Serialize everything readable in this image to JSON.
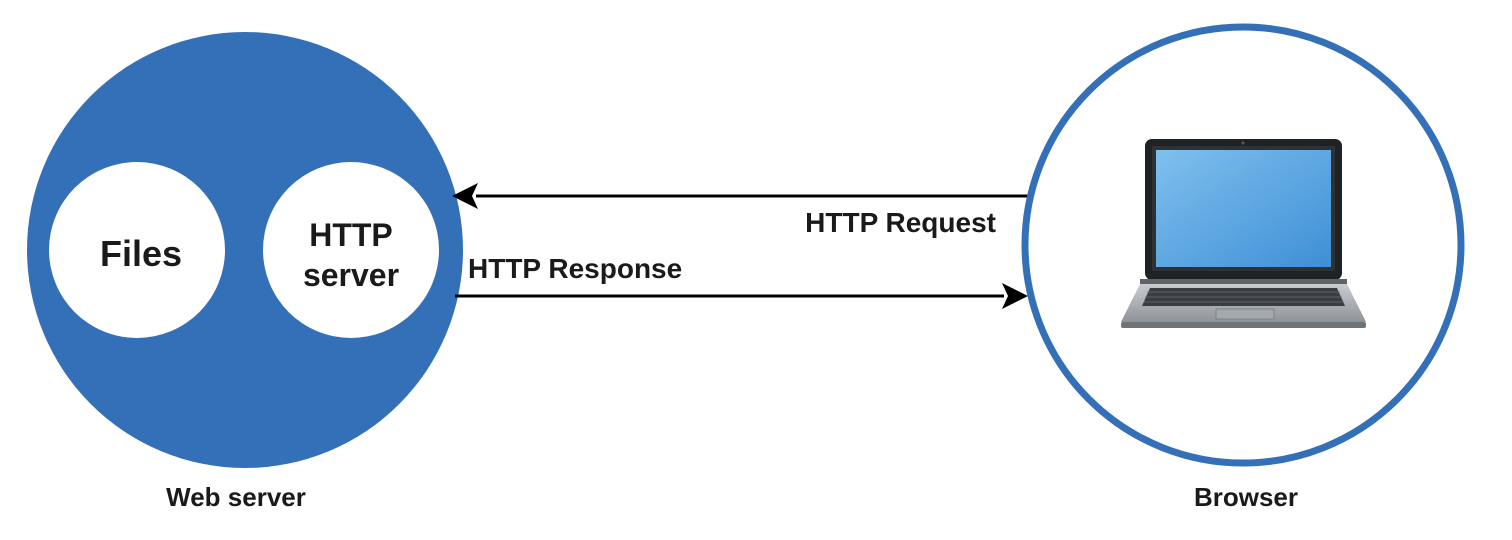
{
  "diagram": {
    "web_server": {
      "label": "Web server",
      "files_label": "Files",
      "http_server_line1": "HTTP",
      "http_server_line2": "server"
    },
    "browser": {
      "label": "Browser",
      "icon": "laptop-icon"
    },
    "arrows": {
      "request_label": "HTTP Request",
      "response_label": "HTTP Response"
    },
    "colors": {
      "server_fill": "#3470b7",
      "browser_ring": "#3470b7",
      "inner_circle_fill": "#ffffff",
      "arrow": "#000000",
      "text": "#1a1a1a"
    }
  }
}
